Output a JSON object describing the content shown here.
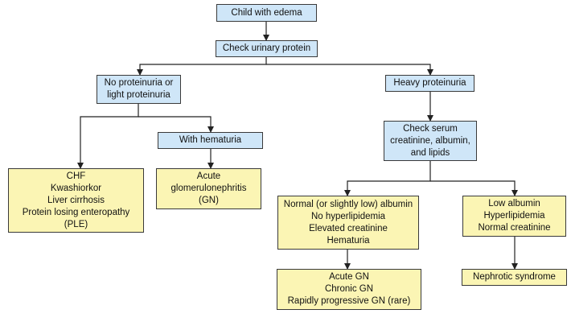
{
  "flowchart": {
    "nodes": {
      "edema": {
        "lines": [
          "Child with edema"
        ],
        "fill": "#cfe6f8"
      },
      "urinary": {
        "lines": [
          "Check urinary protein"
        ],
        "fill": "#cfe6f8"
      },
      "no_prot": {
        "lines": [
          "No proteinuria or",
          "light proteinuria"
        ],
        "fill": "#cfe6f8"
      },
      "heavy": {
        "lines": [
          "Heavy proteinuria"
        ],
        "fill": "#cfe6f8"
      },
      "hematuria": {
        "lines": [
          "With hematuria"
        ],
        "fill": "#cfe6f8"
      },
      "serum": {
        "lines": [
          "Check serum",
          "creatinine, albumin,",
          "and lipids"
        ],
        "fill": "#cfe6f8"
      },
      "chf": {
        "lines": [
          "CHF",
          "Kwashiorkor",
          "Liver cirrhosis",
          "Protein losing enteropathy",
          "(PLE)"
        ],
        "fill": "#fbf5b4"
      },
      "agn": {
        "lines": [
          "Acute",
          "glomerulonephritis",
          "(GN)"
        ],
        "fill": "#fbf5b4"
      },
      "normal_alb": {
        "lines": [
          "Normal (or slightly low) albumin",
          "No hyperlipidemia",
          "Elevated creatinine",
          "Hematuria"
        ],
        "fill": "#fbf5b4"
      },
      "low_alb": {
        "lines": [
          "Low albumin",
          "Hyperlipidemia",
          "Normal creatinine"
        ],
        "fill": "#fbf5b4"
      },
      "gn_types": {
        "lines": [
          "Acute GN",
          "Chronic GN",
          "Rapidly progressive GN (rare)"
        ],
        "fill": "#fbf5b4"
      },
      "nephrotic": {
        "lines": [
          "Nephrotic syndrome"
        ],
        "fill": "#fbf5b4"
      }
    },
    "edges": [
      {
        "from": "edema",
        "to": "urinary"
      },
      {
        "from": "urinary",
        "to": "no_prot"
      },
      {
        "from": "urinary",
        "to": "heavy"
      },
      {
        "from": "no_prot",
        "to": "chf"
      },
      {
        "from": "no_prot",
        "to": "hematuria"
      },
      {
        "from": "hematuria",
        "to": "agn"
      },
      {
        "from": "heavy",
        "to": "serum"
      },
      {
        "from": "serum",
        "to": "normal_alb"
      },
      {
        "from": "serum",
        "to": "low_alb"
      },
      {
        "from": "normal_alb",
        "to": "gn_types"
      },
      {
        "from": "low_alb",
        "to": "nephrotic"
      }
    ],
    "colors": {
      "line": "#222222",
      "border": "#3a3a3a"
    }
  }
}
